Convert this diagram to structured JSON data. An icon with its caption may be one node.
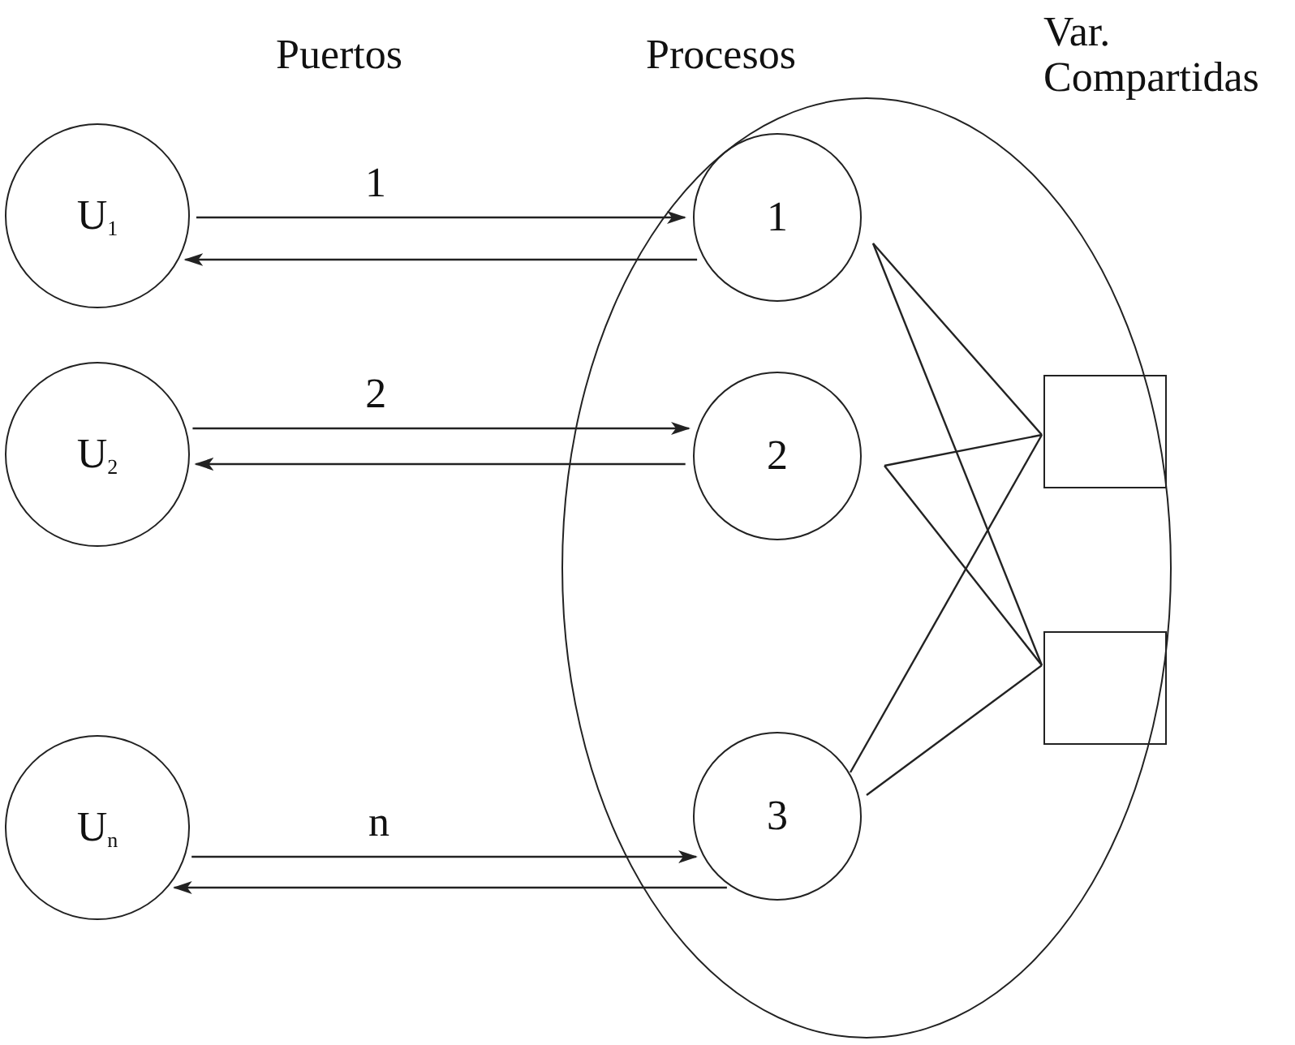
{
  "diagram": {
    "nodes": [
      {
        "text": [],
        "shape": "ellipse"
      },
      {
        "text": [
          "U$_{1}$"
        ]
      },
      {
        "text": [
          "U$_{2}$"
        ]
      },
      {
        "text": [
          "U$_{n}$"
        ]
      },
      {
        "text": [
          "1"
        ],
        "in": 0
      },
      {
        "text": [
          "2"
        ],
        "in": 0
      },
      {
        "text": [
          "3"
        ],
        "in": 0
      },
      {
        "text": [],
        "shape": "box",
        "in": 0
      },
      {
        "text": [],
        "shape": "box",
        "in": 0
      }
    ],
    "edges": [
      {
        "from": 1,
        "to": 4,
        "arrow": "to",
        "label": "1"
      },
      {
        "from": 4,
        "to": 1,
        "arrow": "to"
      },
      {
        "from": 2,
        "to": 5,
        "arrow": "to",
        "label": "2"
      },
      {
        "from": 5,
        "to": 2,
        "arrow": "to"
      },
      {
        "from": 3,
        "to": 6,
        "arrow": "to",
        "label": "n"
      },
      {
        "from": 6,
        "to": 3,
        "arrow": "to"
      },
      {
        "from": 4,
        "to": 7,
        "arrow": "none"
      },
      {
        "from": 4,
        "to": 8,
        "arrow": "none"
      },
      {
        "from": 5,
        "to": 7,
        "arrow": "none"
      },
      {
        "from": 5,
        "to": 8,
        "arrow": "none"
      },
      {
        "from": 6,
        "to": 7,
        "arrow": "none"
      },
      {
        "from": 6,
        "to": 8,
        "arrow": "none"
      }
    ],
    "labels": [
      "Puertos",
      "Procesos",
      "Var. Compartidas"
    ]
  }
}
